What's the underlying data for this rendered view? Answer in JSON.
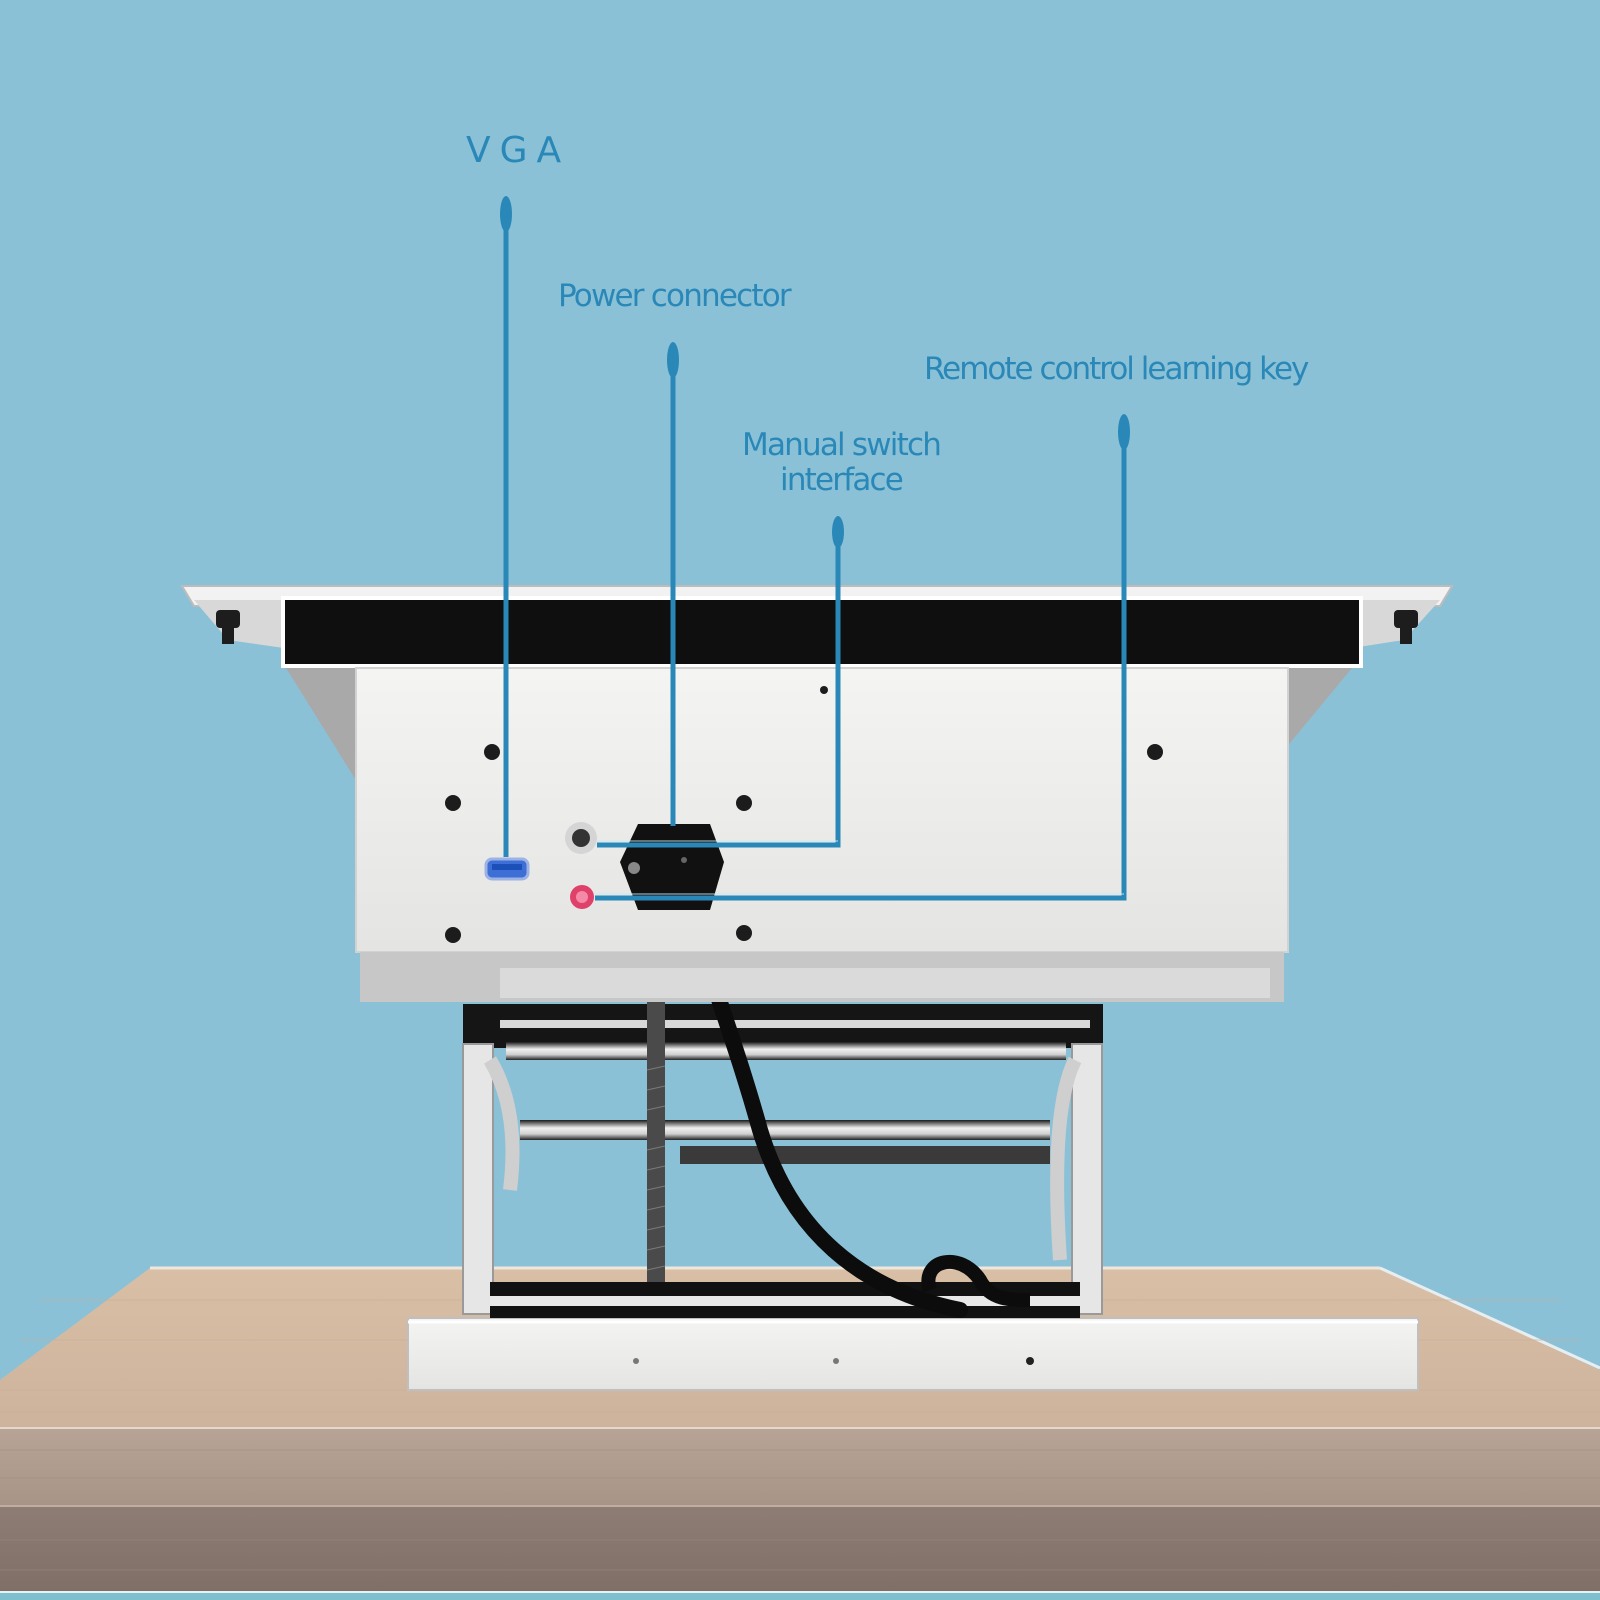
{
  "diagram": {
    "subject": "Motorized lift mechanism rear panel",
    "background_color": "#8bc1d7",
    "callout_color": "#2a88b8",
    "labels": {
      "vga": "VGA",
      "power_connector": "Power connector",
      "remote_control": "Remote control learning key",
      "manual_switch_line1": "Manual switch",
      "manual_switch_line2": "interface"
    },
    "callouts": [
      {
        "name": "vga",
        "target": "VGA port"
      },
      {
        "name": "power_connector",
        "target": "Power inlet socket"
      },
      {
        "name": "manual_switch",
        "target": "Toggle switch"
      },
      {
        "name": "remote_control",
        "target": "Red learning button"
      }
    ]
  }
}
